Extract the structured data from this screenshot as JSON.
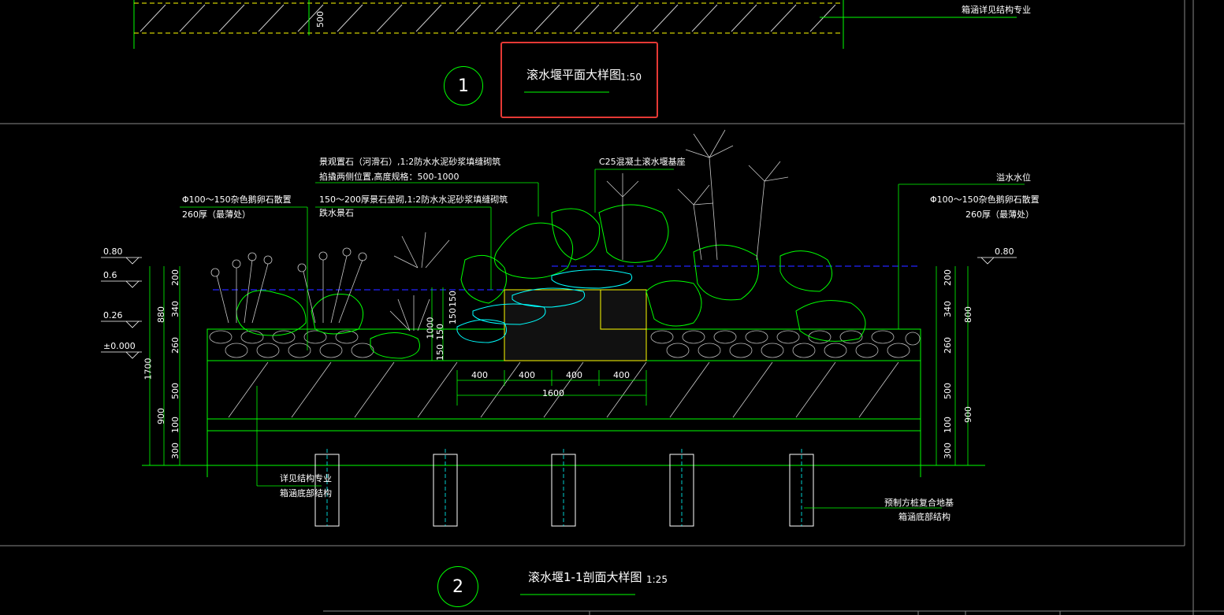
{
  "drawing": {
    "top_note": "箱涵详见结构专业",
    "top_dim_500": "500",
    "plan_title": {
      "number": "1",
      "name": "滚水堰平面大样图",
      "scale": "1:50"
    },
    "section_title": {
      "number": "2",
      "name": "滚水堰1-1剖面大样图",
      "scale": "1:25"
    },
    "annotations": {
      "stone_landscape_line1": "景观置石（河滑石）,1:2防水水泥砂浆填缝砌筑",
      "stone_landscape_line2": "掐撬两侧位置,高度规格：500-1000",
      "concrete_weir": "C25混凝土滚水堰基座",
      "overflow_level": "溢水水位",
      "cobble_left_line1": "Φ100～150杂色鹅卵石散置",
      "cobble_left_line2": "260厚（最薄处）",
      "stone_base_line1": "150～200厚景石垒砌,1:2防水水泥砂浆填缝砌筑",
      "stone_base_line2": "跌水景石",
      "cobble_right_line1": "Φ100～150杂色鹅卵石散置",
      "cobble_right_line2": "260厚（最薄处）",
      "structure_left_line1": "详见结构专业",
      "structure_left_line2": "箱涵底部结构",
      "structure_right_line1": "预制方桩复合地基",
      "structure_right_line2": "箱涵底部结构"
    },
    "levels": {
      "l080_left": "0.80",
      "l06": "0.6",
      "l026": "0.26",
      "l000": "±0.000",
      "l080_right": "0.80"
    },
    "dims_left": [
      "200",
      "340",
      "260",
      "500",
      "100",
      "300"
    ],
    "dims_left_outer": [
      "880",
      "900",
      "1700"
    ],
    "dims_right": [
      "200",
      "340",
      "260",
      "500",
      "100",
      "300"
    ],
    "dims_right_outer": [
      "800",
      "900"
    ],
    "dims_horizontal": [
      "400",
      "400",
      "400",
      "400"
    ],
    "dim_total": "1600",
    "step_dims": [
      "150",
      "150",
      "150",
      "150"
    ],
    "step_dim_1000": "1000"
  },
  "colors": {
    "background": "#000000",
    "outline": "#00ff00",
    "water": "#0000ff",
    "cyan": "#00ffff",
    "plants": "#c8c8c8",
    "annotation_line": "#00ff00",
    "highlight": "#e53935",
    "concrete_fill": "#ffff00"
  }
}
